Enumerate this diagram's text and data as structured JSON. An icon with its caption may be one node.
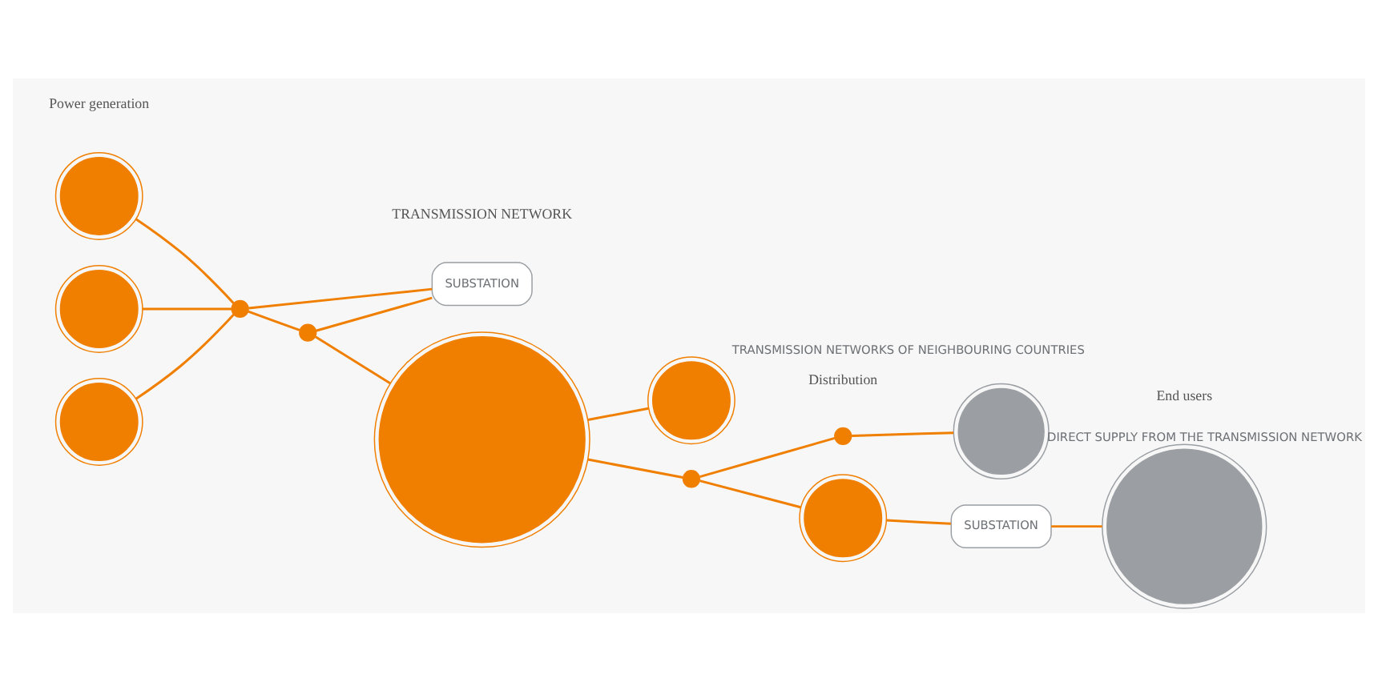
{
  "diagram": {
    "nodes": [
      {
        "text": [],
        "shape": "circle"
      },
      {
        "text": [],
        "shape": "circle"
      },
      {
        "text": [],
        "shape": "circle"
      },
      {
        "text": [],
        "shape": "circle"
      },
      {
        "text": [],
        "shape": "circle"
      },
      {
        "text": [
          "SUBSTATION"
        ]
      },
      {
        "text": [],
        "shape": "circle"
      },
      {
        "text": [],
        "shape": "circle",
        "beside": [
          "TRANSMISSION NETWORKS OF NEIGHBOURING COUNTRIES"
        ]
      },
      {
        "text": [],
        "shape": "circle"
      },
      {
        "text": [],
        "shape": "circle"
      },
      {
        "text": [],
        "shape": "circle",
        "beside": [
          "DIRECT SUPPLY FROM THE TRANSMISSION NETWORK"
        ]
      },
      {
        "text": [],
        "shape": "circle"
      },
      {
        "text": [
          "SUBSTATION"
        ]
      },
      {
        "text": [],
        "shape": "circle"
      }
    ],
    "edges": [
      {
        "from": 0,
        "to": 3,
        "arrow": "none"
      },
      {
        "from": 1,
        "to": 3,
        "arrow": "none"
      },
      {
        "from": 2,
        "to": 3,
        "arrow": "none"
      },
      {
        "from": 3,
        "to": 4,
        "arrow": "none"
      },
      {
        "from": 3,
        "to": 5,
        "arrow": "none"
      },
      {
        "from": 4,
        "to": 5,
        "arrow": "none"
      },
      {
        "from": 4,
        "to": 6,
        "arrow": "none"
      },
      {
        "from": 6,
        "to": 7,
        "arrow": "none"
      },
      {
        "from": 6,
        "to": 8,
        "arrow": "none"
      },
      {
        "from": 8,
        "to": 9,
        "arrow": "none"
      },
      {
        "from": 9,
        "to": 10,
        "arrow": "none"
      },
      {
        "from": 8,
        "to": 11,
        "arrow": "none"
      },
      {
        "from": 11,
        "to": 12,
        "arrow": "none"
      },
      {
        "from": 12,
        "to": 13,
        "arrow": "none"
      }
    ],
    "labels": [
      "Power generation",
      "TRANSMISSION NETWORK",
      "Distribution",
      "End users"
    ]
  }
}
